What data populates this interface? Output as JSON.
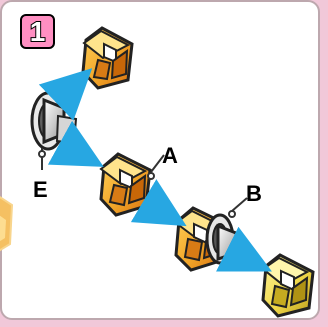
{
  "step": {
    "number": "1"
  },
  "labels": {
    "a": "A",
    "b": "B",
    "e": "E"
  },
  "colors": {
    "page_background": "#f1c8d9",
    "panel_background": "#ffffff",
    "panel_border": "#bda8ae",
    "step_badge": "#ff8fc2",
    "arrow": "#27a7e2",
    "orange_piece": "#f09a1a",
    "yellow_piece": "#f3d64a",
    "metal_connector": "#c9c9c9"
  },
  "icons": {
    "side_piece": "orange-block-icon",
    "top_piece": "orange-block-icon",
    "middle_piece": "orange-block-icon",
    "lower_piece": "orange-block-icon",
    "end_piece": "yellow-block-icon",
    "connector": "metal-joint-icon",
    "arrow": "arrow-icon"
  }
}
